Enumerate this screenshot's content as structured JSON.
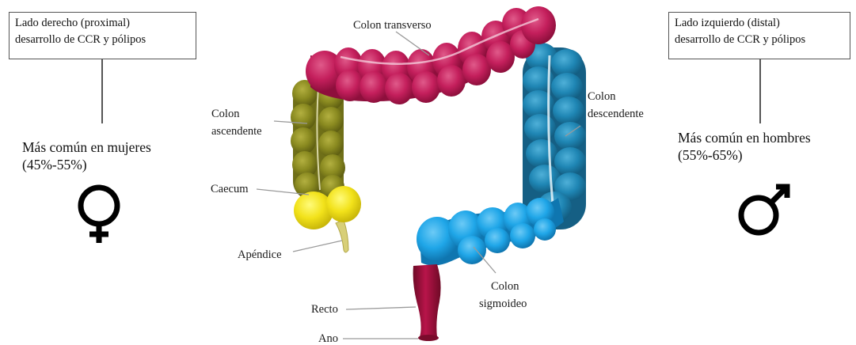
{
  "left_panel": {
    "box_line1": "Lado derecho (proximal)",
    "box_line2": "desarrollo de CCR y pólipos",
    "stat_line1": "Más común en mujeres",
    "stat_line2": "(45%-55%)",
    "symbol_icon": "female-symbol"
  },
  "right_panel": {
    "box_line1": "Lado izquierdo (distal)",
    "box_line2": "desarrollo de CCR y pólipos",
    "stat_line1": "Más común en hombres",
    "stat_line2": "(55%-65%)",
    "symbol_icon": "male-symbol"
  },
  "labels": {
    "colon_transverso": "Colon transverso",
    "colon_ascendente_1": "Colon",
    "colon_ascendente_2": "ascendente",
    "colon_descendente_1": "Colon",
    "colon_descendente_2": "descendente",
    "caecum": "Caecum",
    "apendice": "Apéndice",
    "colon_sigmoideo_1": "Colon",
    "colon_sigmoideo_2": "sigmoideo",
    "recto": "Recto",
    "ano": "Ano"
  },
  "colors": {
    "transverse": "#c41f5c",
    "ascending": "#8a8a20",
    "caecum": "#f2e21a",
    "descending": "#1f86b4",
    "sigmoid": "#1fa6e8",
    "rectum": "#a01038"
  }
}
